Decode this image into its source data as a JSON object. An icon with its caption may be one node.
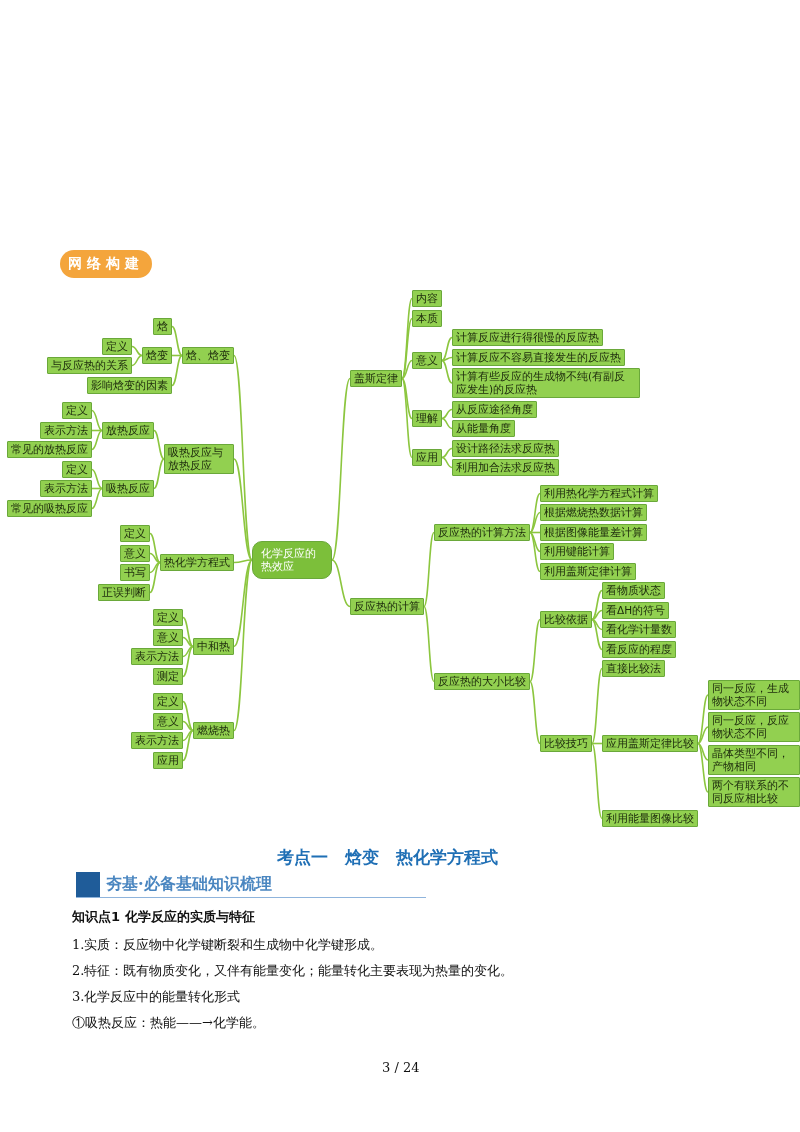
{
  "diagram": {
    "nodes": [
      {
        "text": [
          "化学反应的热效应"
        ]
      },
      {
        "text": [
          "焓、焓变"
        ]
      },
      {
        "text": [
          "焓"
        ]
      },
      {
        "text": [
          "焓变"
        ]
      },
      {
        "text": [
          "定义"
        ]
      },
      {
        "text": [
          "与反应热的关系"
        ]
      },
      {
        "text": [
          "影响焓变的因素"
        ]
      },
      {
        "text": [
          "吸热反应与放热反应"
        ]
      },
      {
        "text": [
          "放热反应"
        ]
      },
      {
        "text": [
          "定义"
        ]
      },
      {
        "text": [
          "表示方法"
        ]
      },
      {
        "text": [
          "常见的放热反应"
        ]
      },
      {
        "text": [
          "吸热反应"
        ]
      },
      {
        "text": [
          "定义"
        ]
      },
      {
        "text": [
          "表示方法"
        ]
      },
      {
        "text": [
          "常见的吸热反应"
        ]
      },
      {
        "text": [
          "热化学方程式"
        ]
      },
      {
        "text": [
          "定义"
        ]
      },
      {
        "text": [
          "意义"
        ]
      },
      {
        "text": [
          "书写"
        ]
      },
      {
        "text": [
          "正误判断"
        ]
      },
      {
        "text": [
          "中和热"
        ]
      },
      {
        "text": [
          "定义"
        ]
      },
      {
        "text": [
          "意义"
        ]
      },
      {
        "text": [
          "表示方法"
        ]
      },
      {
        "text": [
          "测定"
        ]
      },
      {
        "text": [
          "燃烧热"
        ]
      },
      {
        "text": [
          "定义"
        ]
      },
      {
        "text": [
          "意义"
        ]
      },
      {
        "text": [
          "表示方法"
        ]
      },
      {
        "text": [
          "应用"
        ]
      },
      {
        "text": [
          "盖斯定律"
        ]
      },
      {
        "text": [
          "内容"
        ]
      },
      {
        "text": [
          "本质"
        ]
      },
      {
        "text": [
          "意义"
        ]
      },
      {
        "text": [
          "计算反应进行得很慢的反应热"
        ]
      },
      {
        "text": [
          "计算反应不容易直接发生的反应热"
        ]
      },
      {
        "text": [
          "计算有些反应的生成物不纯(有副反应发生)的反应热"
        ]
      },
      {
        "text": [
          "理解"
        ]
      },
      {
        "text": [
          "从反应途径角度"
        ]
      },
      {
        "text": [
          "从能量角度"
        ]
      },
      {
        "text": [
          "应用"
        ]
      },
      {
        "text": [
          "设计路径法求反应热"
        ]
      },
      {
        "text": [
          "利用加合法求反应热"
        ]
      },
      {
        "text": [
          "反应热的计算"
        ]
      },
      {
        "text": [
          "反应热的计算方法"
        ]
      },
      {
        "text": [
          "利用热化学方程式计算"
        ]
      },
      {
        "text": [
          "根据燃烧热数据计算"
        ]
      },
      {
        "text": [
          "根据图像能量差计算"
        ]
      },
      {
        "text": [
          "利用键能计算"
        ]
      },
      {
        "text": [
          "利用盖斯定律计算"
        ]
      },
      {
        "text": [
          "反应热的大小比较"
        ]
      },
      {
        "text": [
          "比较依据"
        ]
      },
      {
        "text": [
          "看物质状态"
        ]
      },
      {
        "text": [
          "看ΔH的符号"
        ]
      },
      {
        "text": [
          "看化学计量数"
        ]
      },
      {
        "text": [
          "看反应的程度"
        ]
      },
      {
        "text": [
          "比较技巧"
        ]
      },
      {
        "text": [
          "直接比较法"
        ]
      },
      {
        "text": [
          "应用盖斯定律比较"
        ]
      },
      {
        "text": [
          "同一反应，生成物状态不同"
        ]
      },
      {
        "text": [
          "同一反应，反应物状态不同"
        ]
      },
      {
        "text": [
          "晶体类型不同，产物相同"
        ]
      },
      {
        "text": [
          "两个有联系的不同反应相比较"
        ]
      },
      {
        "text": [
          "利用能量图像比较"
        ]
      }
    ],
    "edges": [
      {
        "from": 0,
        "to": 1,
        "arrow": "none"
      },
      {
        "from": 1,
        "to": 2,
        "arrow": "none"
      },
      {
        "from": 1,
        "to": 3,
        "arrow": "none"
      },
      {
        "from": 3,
        "to": 4,
        "arrow": "none"
      },
      {
        "from": 3,
        "to": 5,
        "arrow": "none"
      },
      {
        "from": 1,
        "to": 6,
        "arrow": "none"
      },
      {
        "from": 0,
        "to": 7,
        "arrow": "none"
      },
      {
        "from": 7,
        "to": 8,
        "arrow": "none"
      },
      {
        "from": 8,
        "to": 9,
        "arrow": "none"
      },
      {
        "from": 8,
        "to": 10,
        "arrow": "none"
      },
      {
        "from": 8,
        "to": 11,
        "arrow": "none"
      },
      {
        "from": 7,
        "to": 12,
        "arrow": "none"
      },
      {
        "from": 12,
        "to": 13,
        "arrow": "none"
      },
      {
        "from": 12,
        "to": 14,
        "arrow": "none"
      },
      {
        "from": 12,
        "to": 15,
        "arrow": "none"
      },
      {
        "from": 0,
        "to": 16,
        "arrow": "none"
      },
      {
        "from": 16,
        "to": 17,
        "arrow": "none"
      },
      {
        "from": 16,
        "to": 18,
        "arrow": "none"
      },
      {
        "from": 16,
        "to": 19,
        "arrow": "none"
      },
      {
        "from": 16,
        "to": 20,
        "arrow": "none"
      },
      {
        "from": 0,
        "to": 21,
        "arrow": "none"
      },
      {
        "from": 21,
        "to": 22,
        "arrow": "none"
      },
      {
        "from": 21,
        "to": 23,
        "arrow": "none"
      },
      {
        "from": 21,
        "to": 24,
        "arrow": "none"
      },
      {
        "from": 21,
        "to": 25,
        "arrow": "none"
      },
      {
        "from": 0,
        "to": 26,
        "arrow": "none"
      },
      {
        "from": 26,
        "to": 27,
        "arrow": "none"
      },
      {
        "from": 26,
        "to": 28,
        "arrow": "none"
      },
      {
        "from": 26,
        "to": 29,
        "arrow": "none"
      },
      {
        "from": 26,
        "to": 30,
        "arrow": "none"
      },
      {
        "from": 0,
        "to": 31,
        "arrow": "none"
      },
      {
        "from": 31,
        "to": 32,
        "arrow": "none"
      },
      {
        "from": 31,
        "to": 33,
        "arrow": "none"
      },
      {
        "from": 31,
        "to": 34,
        "arrow": "none"
      },
      {
        "from": 34,
        "to": 35,
        "arrow": "none"
      },
      {
        "from": 34,
        "to": 36,
        "arrow": "none"
      },
      {
        "from": 34,
        "to": 37,
        "arrow": "none"
      },
      {
        "from": 31,
        "to": 38,
        "arrow": "none"
      },
      {
        "from": 38,
        "to": 39,
        "arrow": "none"
      },
      {
        "from": 38,
        "to": 40,
        "arrow": "none"
      },
      {
        "from": 31,
        "to": 41,
        "arrow": "none"
      },
      {
        "from": 41,
        "to": 42,
        "arrow": "none"
      },
      {
        "from": 41,
        "to": 43,
        "arrow": "none"
      },
      {
        "from": 0,
        "to": 44,
        "arrow": "none"
      },
      {
        "from": 44,
        "to": 45,
        "arrow": "none"
      },
      {
        "from": 45,
        "to": 46,
        "arrow": "none"
      },
      {
        "from": 45,
        "to": 47,
        "arrow": "none"
      },
      {
        "from": 45,
        "to": 48,
        "arrow": "none"
      },
      {
        "from": 45,
        "to": 49,
        "arrow": "none"
      },
      {
        "from": 45,
        "to": 50,
        "arrow": "none"
      },
      {
        "from": 44,
        "to": 51,
        "arrow": "none"
      },
      {
        "from": 51,
        "to": 52,
        "arrow": "none"
      },
      {
        "from": 52,
        "to": 53,
        "arrow": "none"
      },
      {
        "from": 52,
        "to": 54,
        "arrow": "none"
      },
      {
        "from": 52,
        "to": 55,
        "arrow": "none"
      },
      {
        "from": 52,
        "to": 56,
        "arrow": "none"
      },
      {
        "from": 51,
        "to": 57,
        "arrow": "none"
      },
      {
        "from": 57,
        "to": 58,
        "arrow": "none"
      },
      {
        "from": 57,
        "to": 59,
        "arrow": "none"
      },
      {
        "from": 59,
        "to": 60,
        "arrow": "none"
      },
      {
        "from": 59,
        "to": 61,
        "arrow": "none"
      },
      {
        "from": 59,
        "to": 62,
        "arrow": "none"
      },
      {
        "from": 59,
        "to": 63,
        "arrow": "none"
      },
      {
        "from": 57,
        "to": 64,
        "arrow": "none"
      }
    ],
    "labels": [
      "网络构建",
      "考点一　焓变　热化学方程式",
      "夯基·必备基础知识梳理",
      "知识点1 化学反应的实质与特征",
      "1.实质：反应物中化学键断裂和生成物中化学键形成。",
      "2.特征：既有物质变化，又伴有能量变化；能量转化主要表现为热量的变化。",
      "3.化学反应中的能量转化形式",
      "①吸热反应：热能——→化学能。",
      "3 / 24"
    ]
  }
}
